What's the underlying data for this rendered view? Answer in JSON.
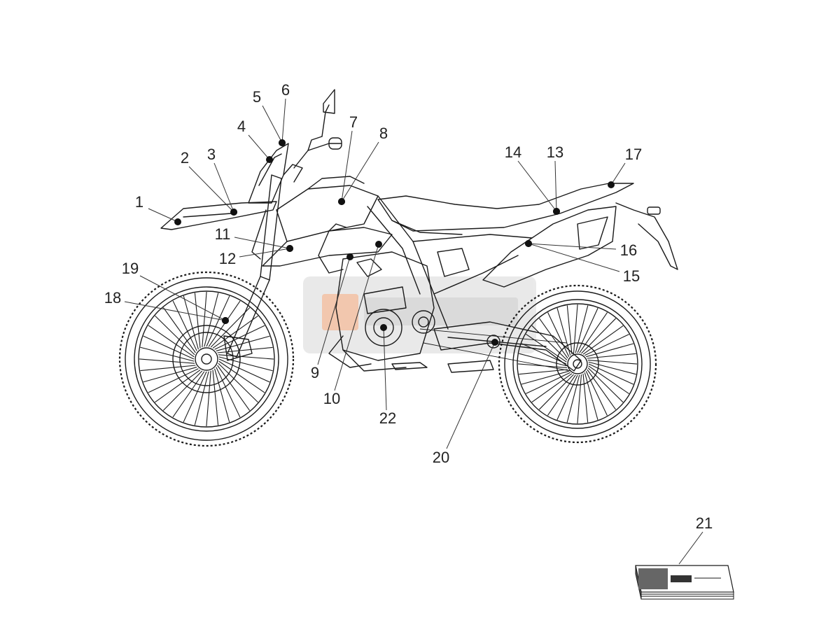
{
  "callouts": [
    {
      "id": "1",
      "label": "1"
    },
    {
      "id": "2",
      "label": "2"
    },
    {
      "id": "3",
      "label": "3"
    },
    {
      "id": "4",
      "label": "4"
    },
    {
      "id": "5",
      "label": "5"
    },
    {
      "id": "6",
      "label": "6"
    },
    {
      "id": "7",
      "label": "7"
    },
    {
      "id": "8",
      "label": "8"
    },
    {
      "id": "9",
      "label": "9"
    },
    {
      "id": "10",
      "label": "10"
    },
    {
      "id": "11",
      "label": "11"
    },
    {
      "id": "12",
      "label": "12"
    },
    {
      "id": "13",
      "label": "13"
    },
    {
      "id": "14",
      "label": "14"
    },
    {
      "id": "15",
      "label": "15"
    },
    {
      "id": "16",
      "label": "16"
    },
    {
      "id": "17",
      "label": "17"
    },
    {
      "id": "18",
      "label": "18"
    },
    {
      "id": "19",
      "label": "19"
    },
    {
      "id": "20",
      "label": "20"
    },
    {
      "id": "21",
      "label": "21"
    },
    {
      "id": "22",
      "label": "22"
    }
  ],
  "colors": {
    "line": "#1a1a1a",
    "watermark_box": "#e6e6e6",
    "watermark_accent": "#f2b48f"
  },
  "icons": {
    "manual": "decal-manual-booklet-icon",
    "watermark": "watermark-logo"
  }
}
